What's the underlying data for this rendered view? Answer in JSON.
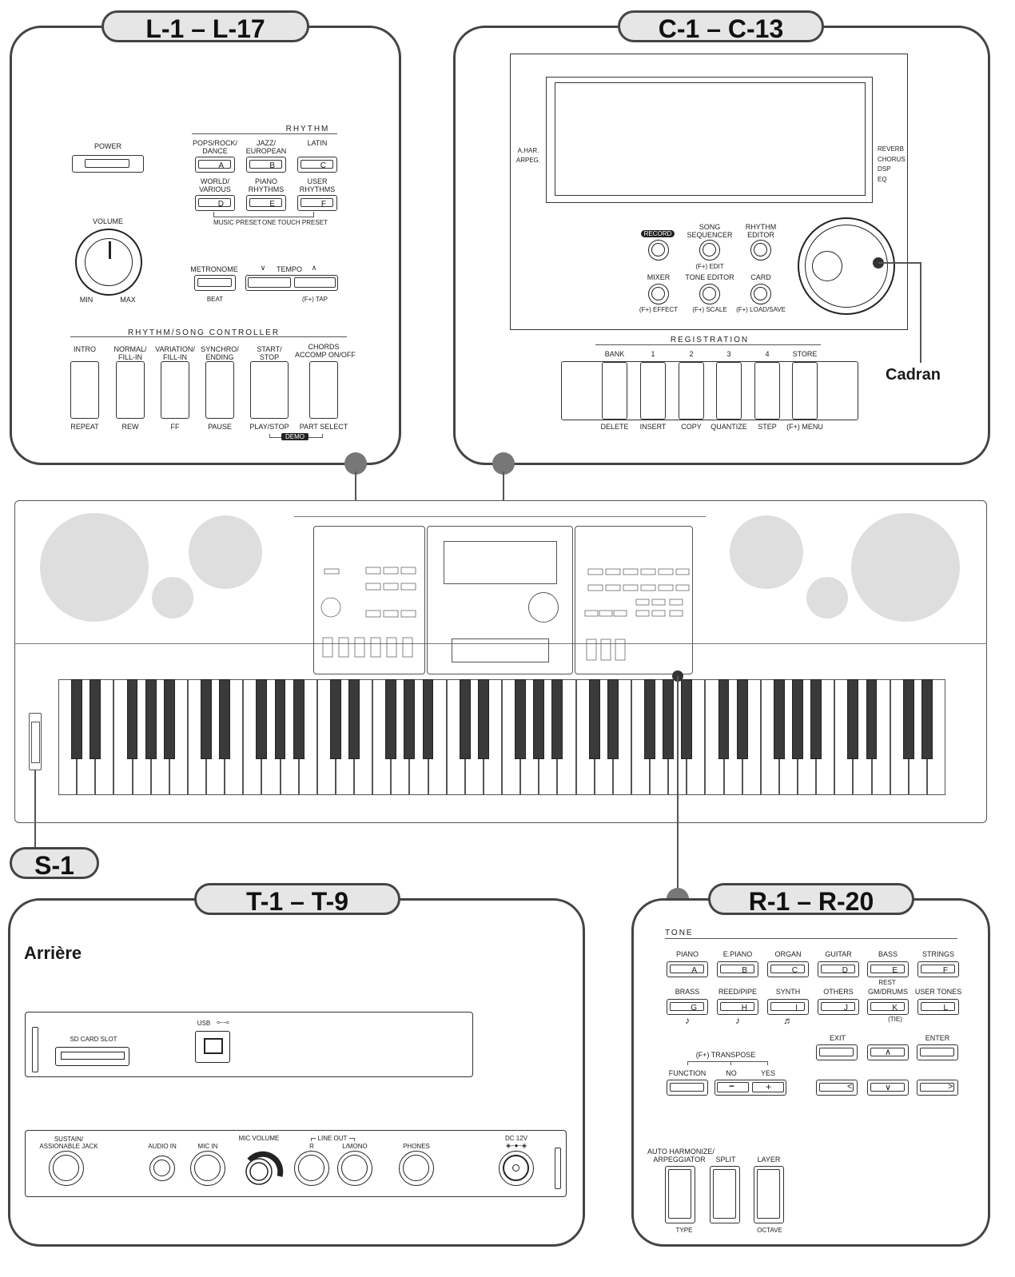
{
  "tags": {
    "L": "L-1 – L-17",
    "C": "C-1 – C-13",
    "S": "S-1",
    "T": "T-1 – T-9",
    "R": "R-1 – R-20"
  },
  "left": {
    "power": "POWER",
    "rhythm": "RHYTHM",
    "volume": "VOLUME",
    "min": "MIN",
    "max": "MAX",
    "rhythm_buttons": [
      {
        "label": "POPS/ROCK/\nDANCE",
        "letter": "A"
      },
      {
        "label": "JAZZ/\nEUROPEAN",
        "letter": "B"
      },
      {
        "label": "LATIN",
        "letter": "C"
      },
      {
        "label": "WORLD/\nVARIOUS",
        "letter": "D"
      },
      {
        "label": "PIANO\nRHYTHMS",
        "letter": "E"
      },
      {
        "label": "USER\nRHYTHMS",
        "letter": "F"
      }
    ],
    "music_preset": "MUSIC PRESET",
    "one_touch": "ONE TOUCH PRESET",
    "metronome": "METRONOME",
    "beat": "BEAT",
    "tempo": "TEMPO",
    "tap": "(F+) TAP",
    "controller_title": "RHYTHM/SONG CONTROLLER",
    "controller": [
      {
        "top": "INTRO",
        "bottom": "REPEAT"
      },
      {
        "top": "NORMAL/\nFILL-IN",
        "bottom": "REW"
      },
      {
        "top": "VARIATION/\nFILL-IN",
        "bottom": "FF"
      },
      {
        "top": "SYNCHRO/\nENDING",
        "bottom": "PAUSE"
      },
      {
        "top": "START/\nSTOP",
        "bottom": "PLAY/STOP"
      },
      {
        "top": "CHORDS\nACCOMP ON/OFF",
        "bottom": "PART SELECT"
      }
    ],
    "demo": "DEMO"
  },
  "center": {
    "left_labels": "A.HAR.\nARPEG.",
    "right_labels": "REVERB\nCHORUS\nDSP\nEQ",
    "record": "RECORD",
    "song_seq": "SONG\nSEQUENCER",
    "rhythm_editor": "RHYTHM\nEDITOR",
    "edit": "(F+) EDIT",
    "mixer": "MIXER",
    "tone_editor": "TONE EDITOR",
    "card": "CARD",
    "effect": "(F+) EFFECT",
    "scale": "(F+) SCALE",
    "load_save": "(F+) LOAD/SAVE",
    "registration": "REGISTRATION",
    "reg_buttons": [
      {
        "top": "BANK",
        "bottom": "DELETE"
      },
      {
        "top": "1",
        "bottom": "INSERT"
      },
      {
        "top": "2",
        "bottom": "COPY"
      },
      {
        "top": "3",
        "bottom": "QUANTIZE"
      },
      {
        "top": "4",
        "bottom": "STEP"
      },
      {
        "top": "STORE",
        "bottom": "(F+) MENU"
      }
    ],
    "cadran": "Cadran"
  },
  "rear": {
    "title": "Arrière",
    "sd": "SD CARD SLOT",
    "usb": "USB",
    "jacks": [
      "SUSTAIN/\nASSIONABLE JACK",
      "AUDIO IN",
      "MIC IN",
      "MIC VOLUME",
      "R",
      "L/MONO",
      "PHONES",
      "DC 12V"
    ],
    "line_out": "LINE OUT"
  },
  "right": {
    "tone": "TONE",
    "row1": [
      {
        "label": "PIANO",
        "letter": "A"
      },
      {
        "label": "E.PIANO",
        "letter": "B"
      },
      {
        "label": "ORGAN",
        "letter": "C"
      },
      {
        "label": "GUITAR",
        "letter": "D"
      },
      {
        "label": "BASS",
        "letter": "E"
      },
      {
        "label": "STRINGS",
        "letter": "F"
      }
    ],
    "row2": [
      {
        "label": "BRASS",
        "letter": "G"
      },
      {
        "label": "REED/PIPE",
        "letter": "H"
      },
      {
        "label": "SYNTH",
        "letter": "I"
      },
      {
        "label": "OTHERS",
        "letter": "J"
      },
      {
        "label": "GM/DRUMS",
        "letter": "K"
      },
      {
        "label": "USER TONES",
        "letter": "L"
      }
    ],
    "rest": "REST",
    "tie": "(TIE)",
    "transpose": "(F+) TRANSPOSE",
    "function": "FUNCTION",
    "no": "NO",
    "yes": "YES",
    "exit": "EXIT",
    "enter": "ENTER",
    "auto_harm": "AUTO HARMONIZE/\nARPEGGIATOR",
    "split": "SPLIT",
    "layer": "LAYER",
    "type": "TYPE",
    "octave": "OCTAVE"
  }
}
